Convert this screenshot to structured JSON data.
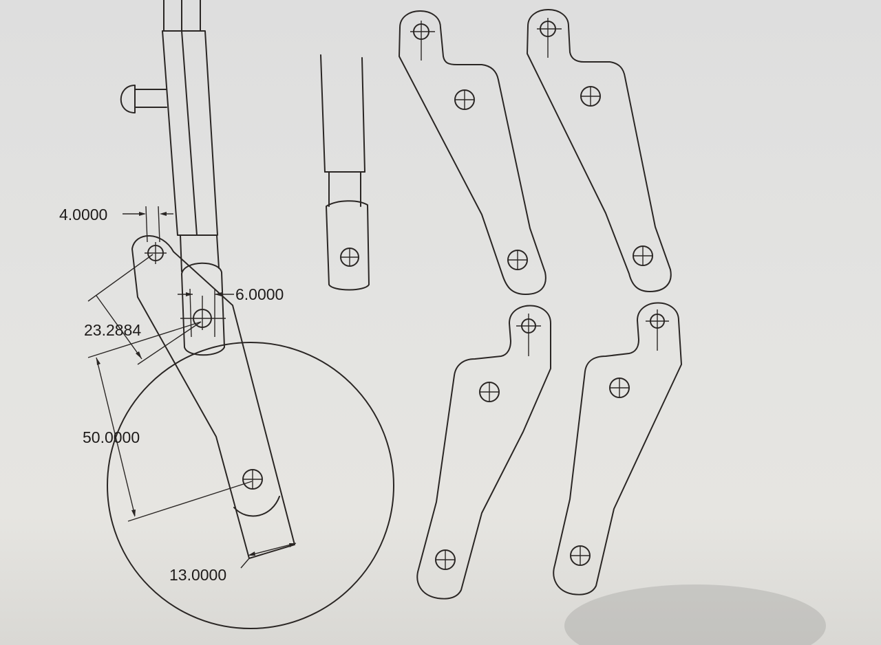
{
  "drawing": {
    "dimensions": {
      "d1": "4.0000",
      "d2": "6.0000",
      "d3": "23.2884",
      "d4": "50.0000",
      "d5": "13.0000"
    },
    "colors": {
      "line": "#2a2624",
      "paper": "#e3e3e1"
    }
  }
}
